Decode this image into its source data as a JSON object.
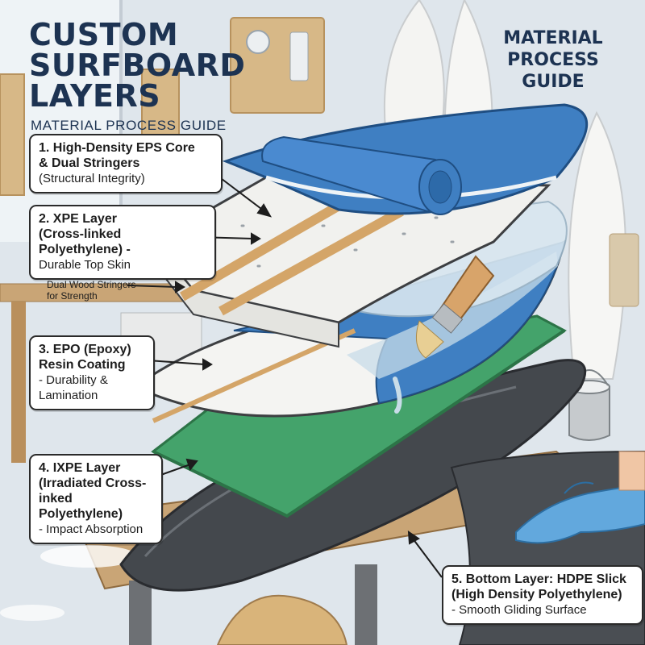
{
  "title": {
    "lines": [
      "CUSTOM",
      "SURFBOARD",
      "LAYERS"
    ],
    "subtitle": "MATERIAL PROCESS GUIDE"
  },
  "guide_title": {
    "lines": [
      "MATERIAL",
      "PROCESS",
      "GUIDE"
    ]
  },
  "callouts": {
    "eps": {
      "heading_lines": [
        "1. High-Density EPS Core",
        "& Dual Stringers"
      ],
      "desc_lines": [
        "(Structural Integrity)"
      ]
    },
    "xpe": {
      "heading_lines": [
        "2. XPE Layer",
        "(Cross-linked",
        "Polyethylene) -"
      ],
      "desc_lines": [
        "Durable Top Skin"
      ]
    },
    "epo": {
      "heading_lines": [
        "3. EPO (Epoxy)",
        "Resin Coating"
      ],
      "desc_lines": [
        "- Durability &",
        "Lamination"
      ]
    },
    "ixpe": {
      "heading_lines": [
        "4. IXPE Layer",
        "(Irradiated Cross-",
        "inked Polyethylene)"
      ],
      "desc_lines": [
        "- Impact Absorption"
      ]
    },
    "hdpe": {
      "heading_lines": [
        "5. Bottom Layer: HDPE Slick",
        "(High Density Polyethylene)"
      ],
      "desc_lines": [
        "- Smooth Gliding Surface"
      ]
    }
  },
  "stringer_note": {
    "lines": [
      "Dual Wood Stringers",
      "for Strength"
    ]
  },
  "colors": {
    "title_navy": "#1d3352",
    "wall": "#dfe6ec",
    "bench_wood": "#c9a576",
    "eps_foam": "#f1f1ee",
    "wood_stringer": "#d4a568",
    "xpe_blue": "#3f7fc2",
    "epoxy_resin": "#c8dce8",
    "ixpe_green": "#44a36b",
    "hdpe_charcoal": "#44484d",
    "glove_blue": "#62a8dd"
  },
  "icons": [
    "paint-brush-icon",
    "paint-can-icon",
    "gloved-hand-icon",
    "material-roll-icon"
  ]
}
